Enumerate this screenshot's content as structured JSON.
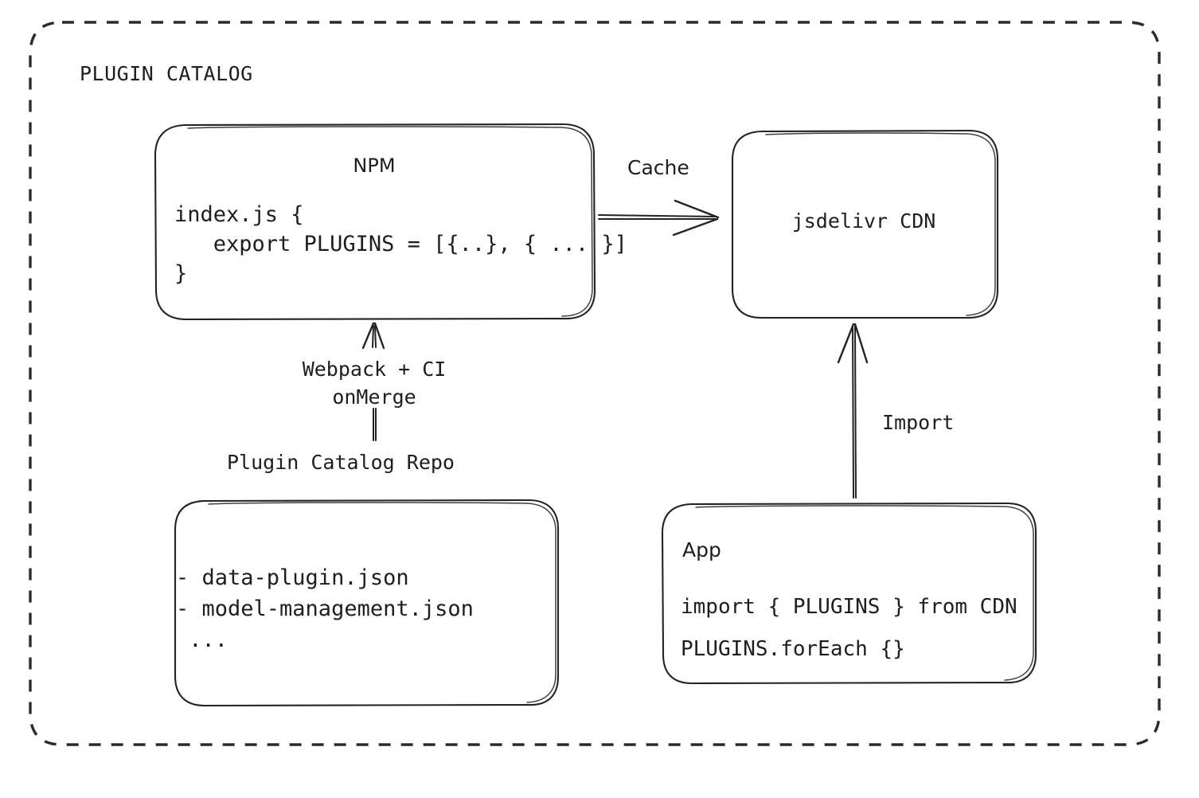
{
  "frame": {
    "title": "PLUGIN CATALOG",
    "border_style": "dashed",
    "border_color": "#2b2b2b"
  },
  "nodes": {
    "npm": {
      "title": "NPM",
      "code_lines": [
        "index.js {",
        "   export PLUGINS = [{..}, { ... }]",
        "}"
      ],
      "code_text": "index.js {\n   export PLUGINS = [{..}, { ... }]\n}"
    },
    "cdn": {
      "title": "jsdelivr CDN"
    },
    "repo": {
      "caption": "Plugin Catalog Repo",
      "items": [
        "- data-plugin.json",
        "- model-management.json",
        "..."
      ],
      "items_text": "- data-plugin.json\n- model-management.json\n ..."
    },
    "app": {
      "title": "App",
      "code_lines": [
        "import { PLUGINS } from CDN",
        "PLUGINS.forEach {}"
      ],
      "code_text": "import { PLUGINS } from CDN\nPLUGINS.forEach {}"
    }
  },
  "edges": {
    "npm_to_cdn": {
      "label": "Cache",
      "from": "npm",
      "to": "cdn",
      "direction": "right"
    },
    "repo_to_npm": {
      "label": "Webpack + CI\nonMerge",
      "label_line1": "Webpack + CI",
      "label_line2": "onMerge",
      "from": "repo",
      "to": "npm",
      "direction": "up"
    },
    "app_to_cdn": {
      "label": "Import",
      "from": "app",
      "to": "cdn",
      "direction": "up"
    }
  },
  "colors": {
    "stroke": "#232323",
    "text": "#1e1e1e",
    "background": "#ffffff"
  }
}
